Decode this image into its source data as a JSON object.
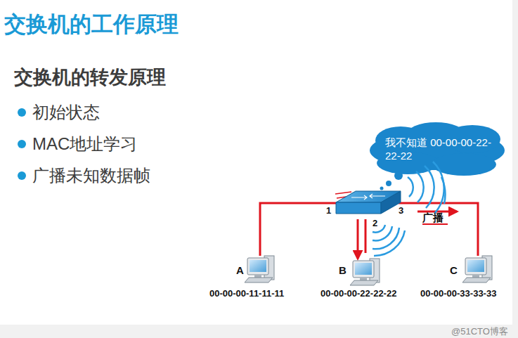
{
  "diagram": {
    "title": "交换机的工作原理",
    "nodes": [
      {
        "text": [
          "我不知道 00-00-00-22-22-22"
        ]
      },
      {
        "text": [
          "A",
          "00-00-00-11-11-11"
        ]
      },
      {
        "text": [
          "B",
          "00-00-00-22-22-22"
        ]
      },
      {
        "text": [
          "C",
          "00-00-00-33-33-33"
        ]
      }
    ],
    "labels": [
      "交换机的转发原理",
      "初始状态",
      "MAC地址学习",
      "广播未知数据帧",
      "1",
      "2",
      "3",
      "广播",
      "@51CTO博客"
    ]
  }
}
